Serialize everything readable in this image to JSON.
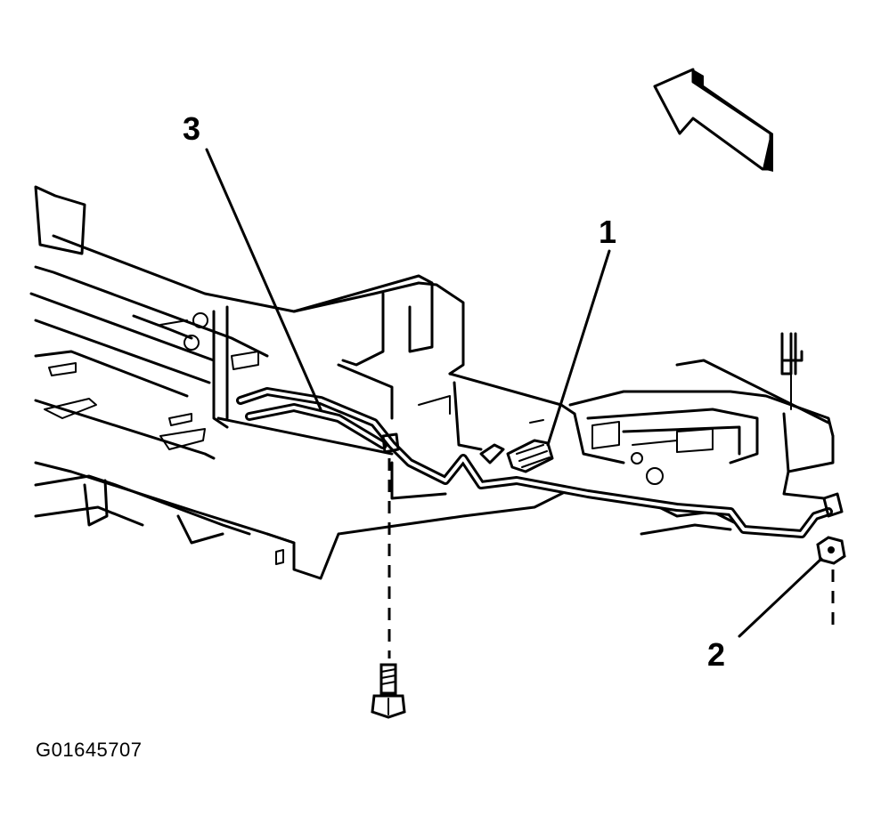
{
  "figure_id": "G01645707",
  "callouts": {
    "one": "1",
    "two": "2",
    "three": "3"
  },
  "icons": {
    "direction_arrow": "forward-arrow-icon"
  }
}
